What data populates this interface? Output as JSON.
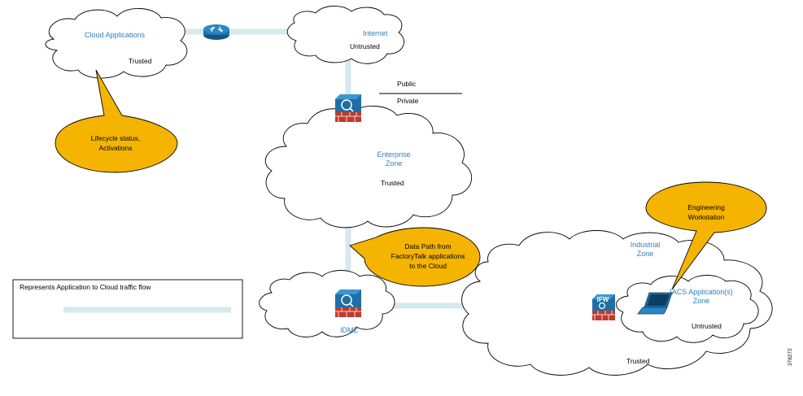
{
  "cloud_applications": {
    "title": "Cloud Applications",
    "status": "Trusted"
  },
  "internet": {
    "title": "Internet",
    "status": "Untrusted"
  },
  "boundary": {
    "public": "Public",
    "private": "Private"
  },
  "enterprise_zone": {
    "title_line1": "Enterprise",
    "title_line2": "Zone",
    "status": "Trusted"
  },
  "idmz": {
    "title": "IDMZ"
  },
  "industrial_zone": {
    "title_line1": "Industrial",
    "title_line2": "Zone",
    "status": "Trusted"
  },
  "iacs_zone": {
    "title_line1": "IACS Application(s)",
    "title_line2": "Zone",
    "status": "Untrusted"
  },
  "ifw": {
    "label": "IFW"
  },
  "callouts": {
    "lifecycle": {
      "line1": "Lifecycle status,",
      "line2": "Activations"
    },
    "data_path": {
      "line1": "Data Path from",
      "line2": "FactoryTalk applications",
      "line3": "to the Cloud"
    },
    "engineering": {
      "line1": "Engineering",
      "line2": "Workstation"
    }
  },
  "legend": {
    "text": "Represents Application to Cloud traffic flow"
  },
  "figure_id": "378272",
  "colors": {
    "flow": "#d6e9ee",
    "callout": "#f5b400",
    "device": "#1f6fa6",
    "firewall": "#c0392b",
    "label": "#2f7fb8"
  }
}
